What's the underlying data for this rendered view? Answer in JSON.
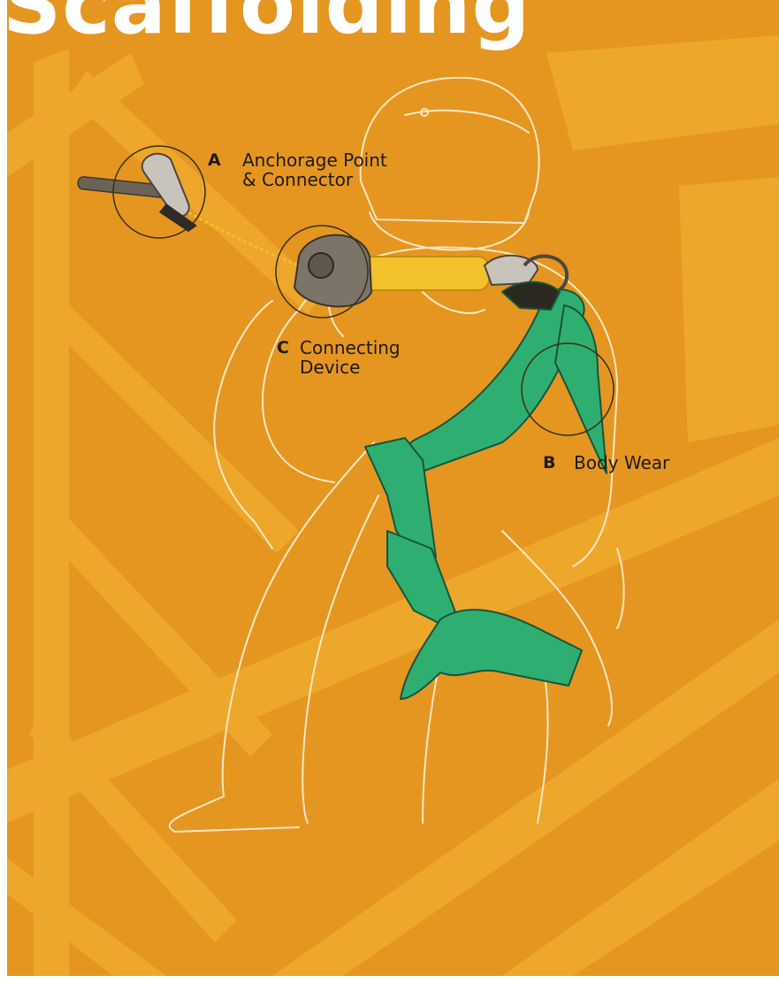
{
  "header": {
    "title": "Scaffolding"
  },
  "callouts": {
    "anchorage": {
      "letter": "A",
      "line1": "Anchorage Point",
      "line2": "& Connector"
    },
    "connecting": {
      "letter": "C",
      "line1": "Connecting",
      "line2": "Device"
    },
    "body": {
      "letter": "B",
      "line1": "Body Wear"
    }
  },
  "colors": {
    "background": "#e59621",
    "scaffold": "#f0ae2e",
    "harness": "#2fae72",
    "lanyard": "#f2c12c",
    "outline": "#ffffff",
    "label_text": "#1e1a14"
  }
}
